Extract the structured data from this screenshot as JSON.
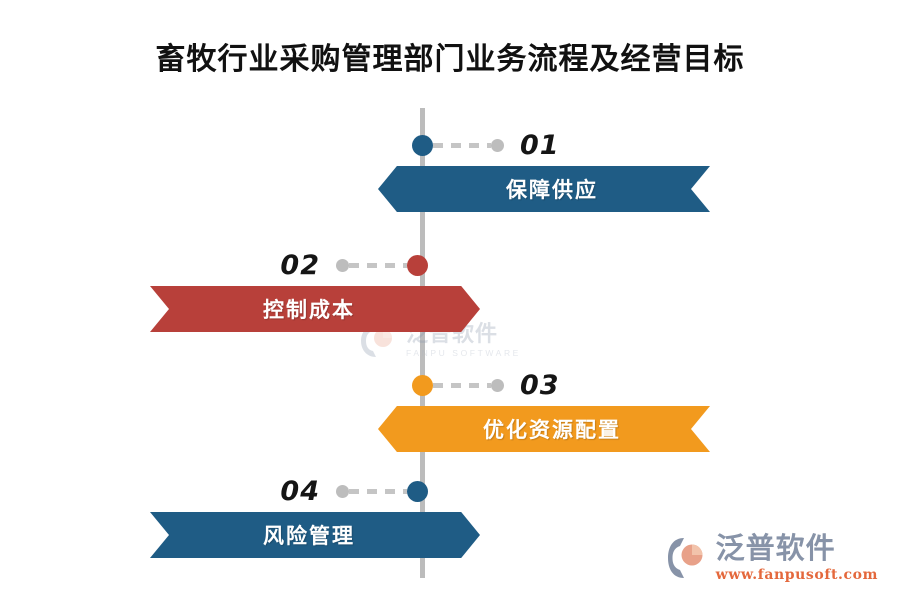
{
  "page": {
    "title": "畜牧行业采购管理部门业务流程及经营目标"
  },
  "colors": {
    "blue": "#1F5C85",
    "red": "#B8403A",
    "orange": "#F29A1E",
    "spine_gray": "#BCBCBC",
    "dash_gray": "#C5C5C5",
    "small_dot_gray": "#BDBDBD",
    "title_text": "#111111",
    "banner_text": "#FFFFFF",
    "logo_cn_text": "#8793A8",
    "logo_url_text": "#E4683C"
  },
  "timeline": {
    "steps": [
      {
        "number": "01",
        "label": "保障供应",
        "color": "#1F5C85",
        "side": "right",
        "banner_direction": "point-left"
      },
      {
        "number": "02",
        "label": "控制成本",
        "color": "#B8403A",
        "side": "left",
        "banner_direction": "point-right"
      },
      {
        "number": "03",
        "label": "优化资源配置",
        "color": "#F29A1E",
        "side": "right",
        "banner_direction": "point-left"
      },
      {
        "number": "04",
        "label": "风险管理",
        "color": "#1F5C85",
        "side": "left",
        "banner_direction": "point-right"
      }
    ]
  },
  "watermark": {
    "name_cn": "泛普软件",
    "name_en": "FANPU SOFTWARE"
  },
  "brand": {
    "name_cn": "泛普软件",
    "url": "www.fanpusoft.com"
  }
}
